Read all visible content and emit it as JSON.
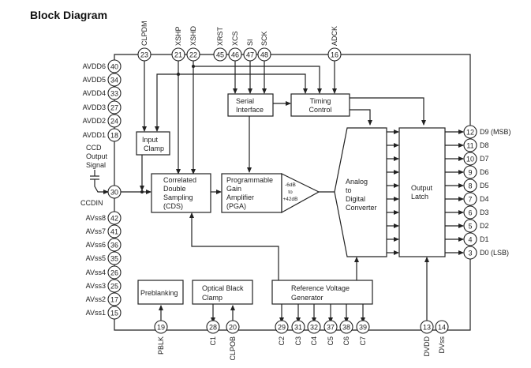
{
  "title": "Block Diagram",
  "blocks": {
    "input_clamp": [
      "Input",
      "Clamp"
    ],
    "cds": [
      "Correlated",
      "Double",
      "Sampling",
      "(CDS)"
    ],
    "pga": [
      "Programmable",
      "Gain",
      "Amplifier",
      "(PGA)"
    ],
    "pga_range": [
      "-6dB",
      "to",
      "+42dB"
    ],
    "serial_interface": [
      "Serial",
      "Interface"
    ],
    "timing_control": [
      "Timing",
      "Control"
    ],
    "adc": [
      "Analog",
      "to",
      "Digital",
      "Converter"
    ],
    "output_latch": [
      "Output",
      "Latch"
    ],
    "preblanking": [
      "Preblanking"
    ],
    "optical_black_clamp": [
      "Optical Black",
      "Clamp"
    ],
    "reference_voltage_generator": [
      "Reference Voltage",
      "Generator"
    ]
  },
  "ccd_signal_label": [
    "CCD",
    "Output",
    "Signal"
  ],
  "top_pins": [
    {
      "num": "23",
      "name": "CLPDM"
    },
    {
      "num": "21",
      "name": "XSHP"
    },
    {
      "num": "22",
      "name": "XSHD"
    },
    {
      "num": "45",
      "name": "XRST"
    },
    {
      "num": "46",
      "name": "XCS"
    },
    {
      "num": "47",
      "name": "SI"
    },
    {
      "num": "48",
      "name": "SCK"
    },
    {
      "num": "16",
      "name": "ADCK"
    }
  ],
  "left_pins": [
    {
      "num": "40",
      "name": "AVDD6"
    },
    {
      "num": "34",
      "name": "AVDD5"
    },
    {
      "num": "33",
      "name": "AVDD4"
    },
    {
      "num": "27",
      "name": "AVDD3"
    },
    {
      "num": "24",
      "name": "AVDD2"
    },
    {
      "num": "18",
      "name": "AVDD1"
    },
    {
      "num": "30",
      "name": "CCDIN"
    },
    {
      "num": "42",
      "name": "AVss8"
    },
    {
      "num": "41",
      "name": "AVss7"
    },
    {
      "num": "36",
      "name": "AVss6"
    },
    {
      "num": "35",
      "name": "AVss5"
    },
    {
      "num": "26",
      "name": "AVss4"
    },
    {
      "num": "25",
      "name": "AVss3"
    },
    {
      "num": "17",
      "name": "AVss2"
    },
    {
      "num": "15",
      "name": "AVss1"
    }
  ],
  "right_pins": [
    {
      "num": "12",
      "name": "D9 (MSB)"
    },
    {
      "num": "11",
      "name": "D8"
    },
    {
      "num": "10",
      "name": "D7"
    },
    {
      "num": "9",
      "name": "D6"
    },
    {
      "num": "8",
      "name": "D5"
    },
    {
      "num": "7",
      "name": "D4"
    },
    {
      "num": "6",
      "name": "D3"
    },
    {
      "num": "5",
      "name": "D2"
    },
    {
      "num": "4",
      "name": "D1"
    },
    {
      "num": "3",
      "name": "D0 (LSB)"
    }
  ],
  "bottom_pins": [
    {
      "num": "19",
      "name": "PBLK"
    },
    {
      "num": "28",
      "name": "C1"
    },
    {
      "num": "20",
      "name": "CLPOB"
    },
    {
      "num": "29",
      "name": "C2"
    },
    {
      "num": "31",
      "name": "C3"
    },
    {
      "num": "32",
      "name": "C4"
    },
    {
      "num": "37",
      "name": "C5"
    },
    {
      "num": "38",
      "name": "C6"
    },
    {
      "num": "39",
      "name": "C7"
    },
    {
      "num": "13",
      "name": "DVDD"
    },
    {
      "num": "14",
      "name": "DVss"
    }
  ]
}
